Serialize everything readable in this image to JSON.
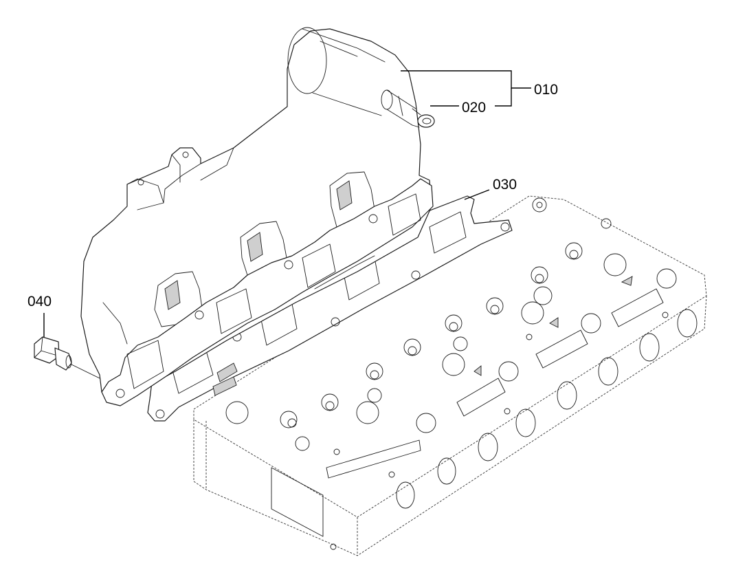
{
  "callouts": {
    "c010": "010",
    "c020": "020",
    "c030": "030",
    "c040": "040"
  }
}
